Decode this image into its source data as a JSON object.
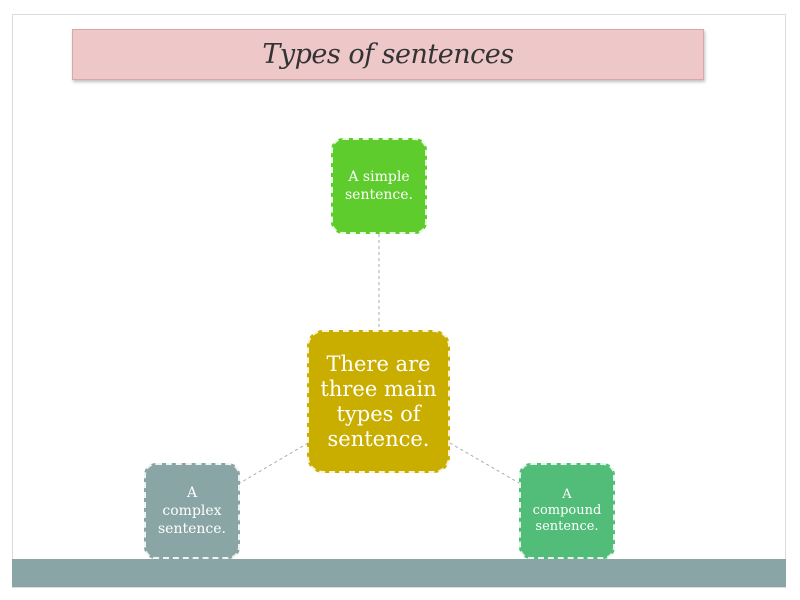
{
  "title": "Types of sentences",
  "center_node": {
    "lines": [
      "There are",
      "three main",
      "types of",
      "sentence."
    ]
  },
  "top_node": {
    "lines": [
      "A simple",
      "sentence."
    ]
  },
  "left_node": {
    "lines": [
      "A",
      "complex",
      "sentence."
    ]
  },
  "right_node": {
    "lines": [
      "A",
      "compound",
      "sentence."
    ]
  },
  "colors": {
    "title_background": "#eec8c8",
    "center": "#c9ae00",
    "simple": "#5fcc2e",
    "complex": "#8aa5a5",
    "compound": "#52bd78",
    "band": "#8aa5a5"
  }
}
